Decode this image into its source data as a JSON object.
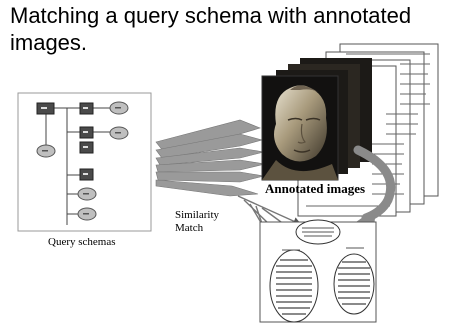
{
  "title": "Matching a query schema with annotated images.",
  "labels": {
    "query": "Query schemas",
    "annotated": "Annotated images",
    "similarity_line1": "Similarity",
    "similarity_line2": "Match"
  },
  "colors": {
    "node_dark": "#4a4a4a",
    "node_light": "#bfbfbf",
    "arrow_fill": "#9a9a9a",
    "text": "#000000"
  }
}
